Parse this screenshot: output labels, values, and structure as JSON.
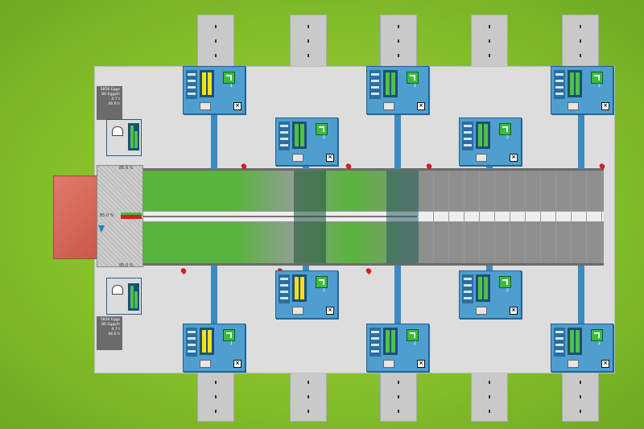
{
  "colors": {
    "background": "#86c12c",
    "floor": "#dddddd",
    "panel": "#4e9fd0",
    "alarm": "#d02020",
    "fill_green": "#58b43c",
    "fill_gray": "#8f8f8f"
  },
  "side_info": {
    "top": [
      "5856 Eggs",
      "86 Eggs/h",
      "4.7 t",
      "46.6 h"
    ],
    "bottom": [
      "5856 Eggs",
      "86 Eggs/h",
      "4.7 t",
      "46.6 h"
    ]
  },
  "intake": {
    "top_value": "85.0 %",
    "center_value": "85.0 %",
    "bottom_value": "85.0 %"
  },
  "panels": {
    "top": [
      {
        "id": "p-t1",
        "icon": "pause-icon",
        "fill": "y",
        "state": "1"
      },
      {
        "id": "p-t2",
        "icon": "play-icon",
        "fill": "g",
        "state": "2"
      },
      {
        "id": "p-t3",
        "icon": "play-icon",
        "fill": "g",
        "state": "2"
      },
      {
        "id": "p-t4",
        "icon": "play-icon",
        "fill": "g",
        "state": "2"
      },
      {
        "id": "p-t5",
        "icon": "play-icon",
        "fill": "g",
        "state": "2"
      }
    ],
    "bottom": [
      {
        "id": "p-b1",
        "icon": "pause-icon",
        "fill": "y",
        "state": "1"
      },
      {
        "id": "p-b2",
        "icon": "pause-icon",
        "fill": "y",
        "state": "1"
      },
      {
        "id": "p-b3",
        "icon": "play-icon",
        "fill": "g",
        "state": "2"
      },
      {
        "id": "p-b4",
        "icon": "play-icon",
        "fill": "g",
        "state": "2"
      },
      {
        "id": "p-b5",
        "icon": "play-icon",
        "fill": "g",
        "state": "2"
      }
    ]
  }
}
